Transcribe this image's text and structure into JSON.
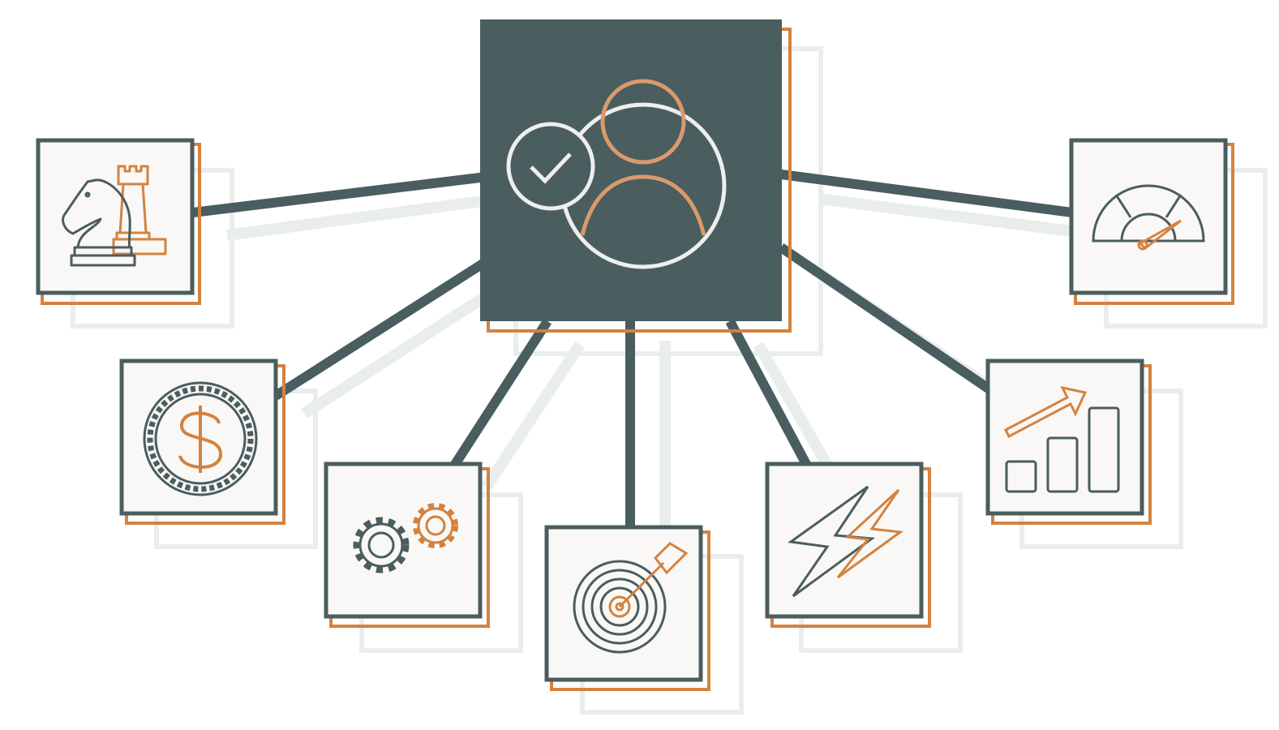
{
  "colors": {
    "slate": "#4a5d5f",
    "orange": "#d4823f",
    "light_orange": "#d99a6c",
    "tile_bg": "#f9f8f6",
    "shadow": "#e9eeed",
    "white": "#ffffff",
    "hub_circle": "#eeeeee"
  },
  "diagram": {
    "hub": {
      "icon": "user-check-icon"
    },
    "nodes": [
      {
        "id": "strategy",
        "icon": "chess-icon"
      },
      {
        "id": "money",
        "icon": "dollar-coin-icon"
      },
      {
        "id": "operations",
        "icon": "gears-icon"
      },
      {
        "id": "target",
        "icon": "target-arrow-icon"
      },
      {
        "id": "energy",
        "icon": "lightning-icon"
      },
      {
        "id": "growth",
        "icon": "growth-chart-icon"
      },
      {
        "id": "performance",
        "icon": "speedometer-icon"
      }
    ]
  }
}
